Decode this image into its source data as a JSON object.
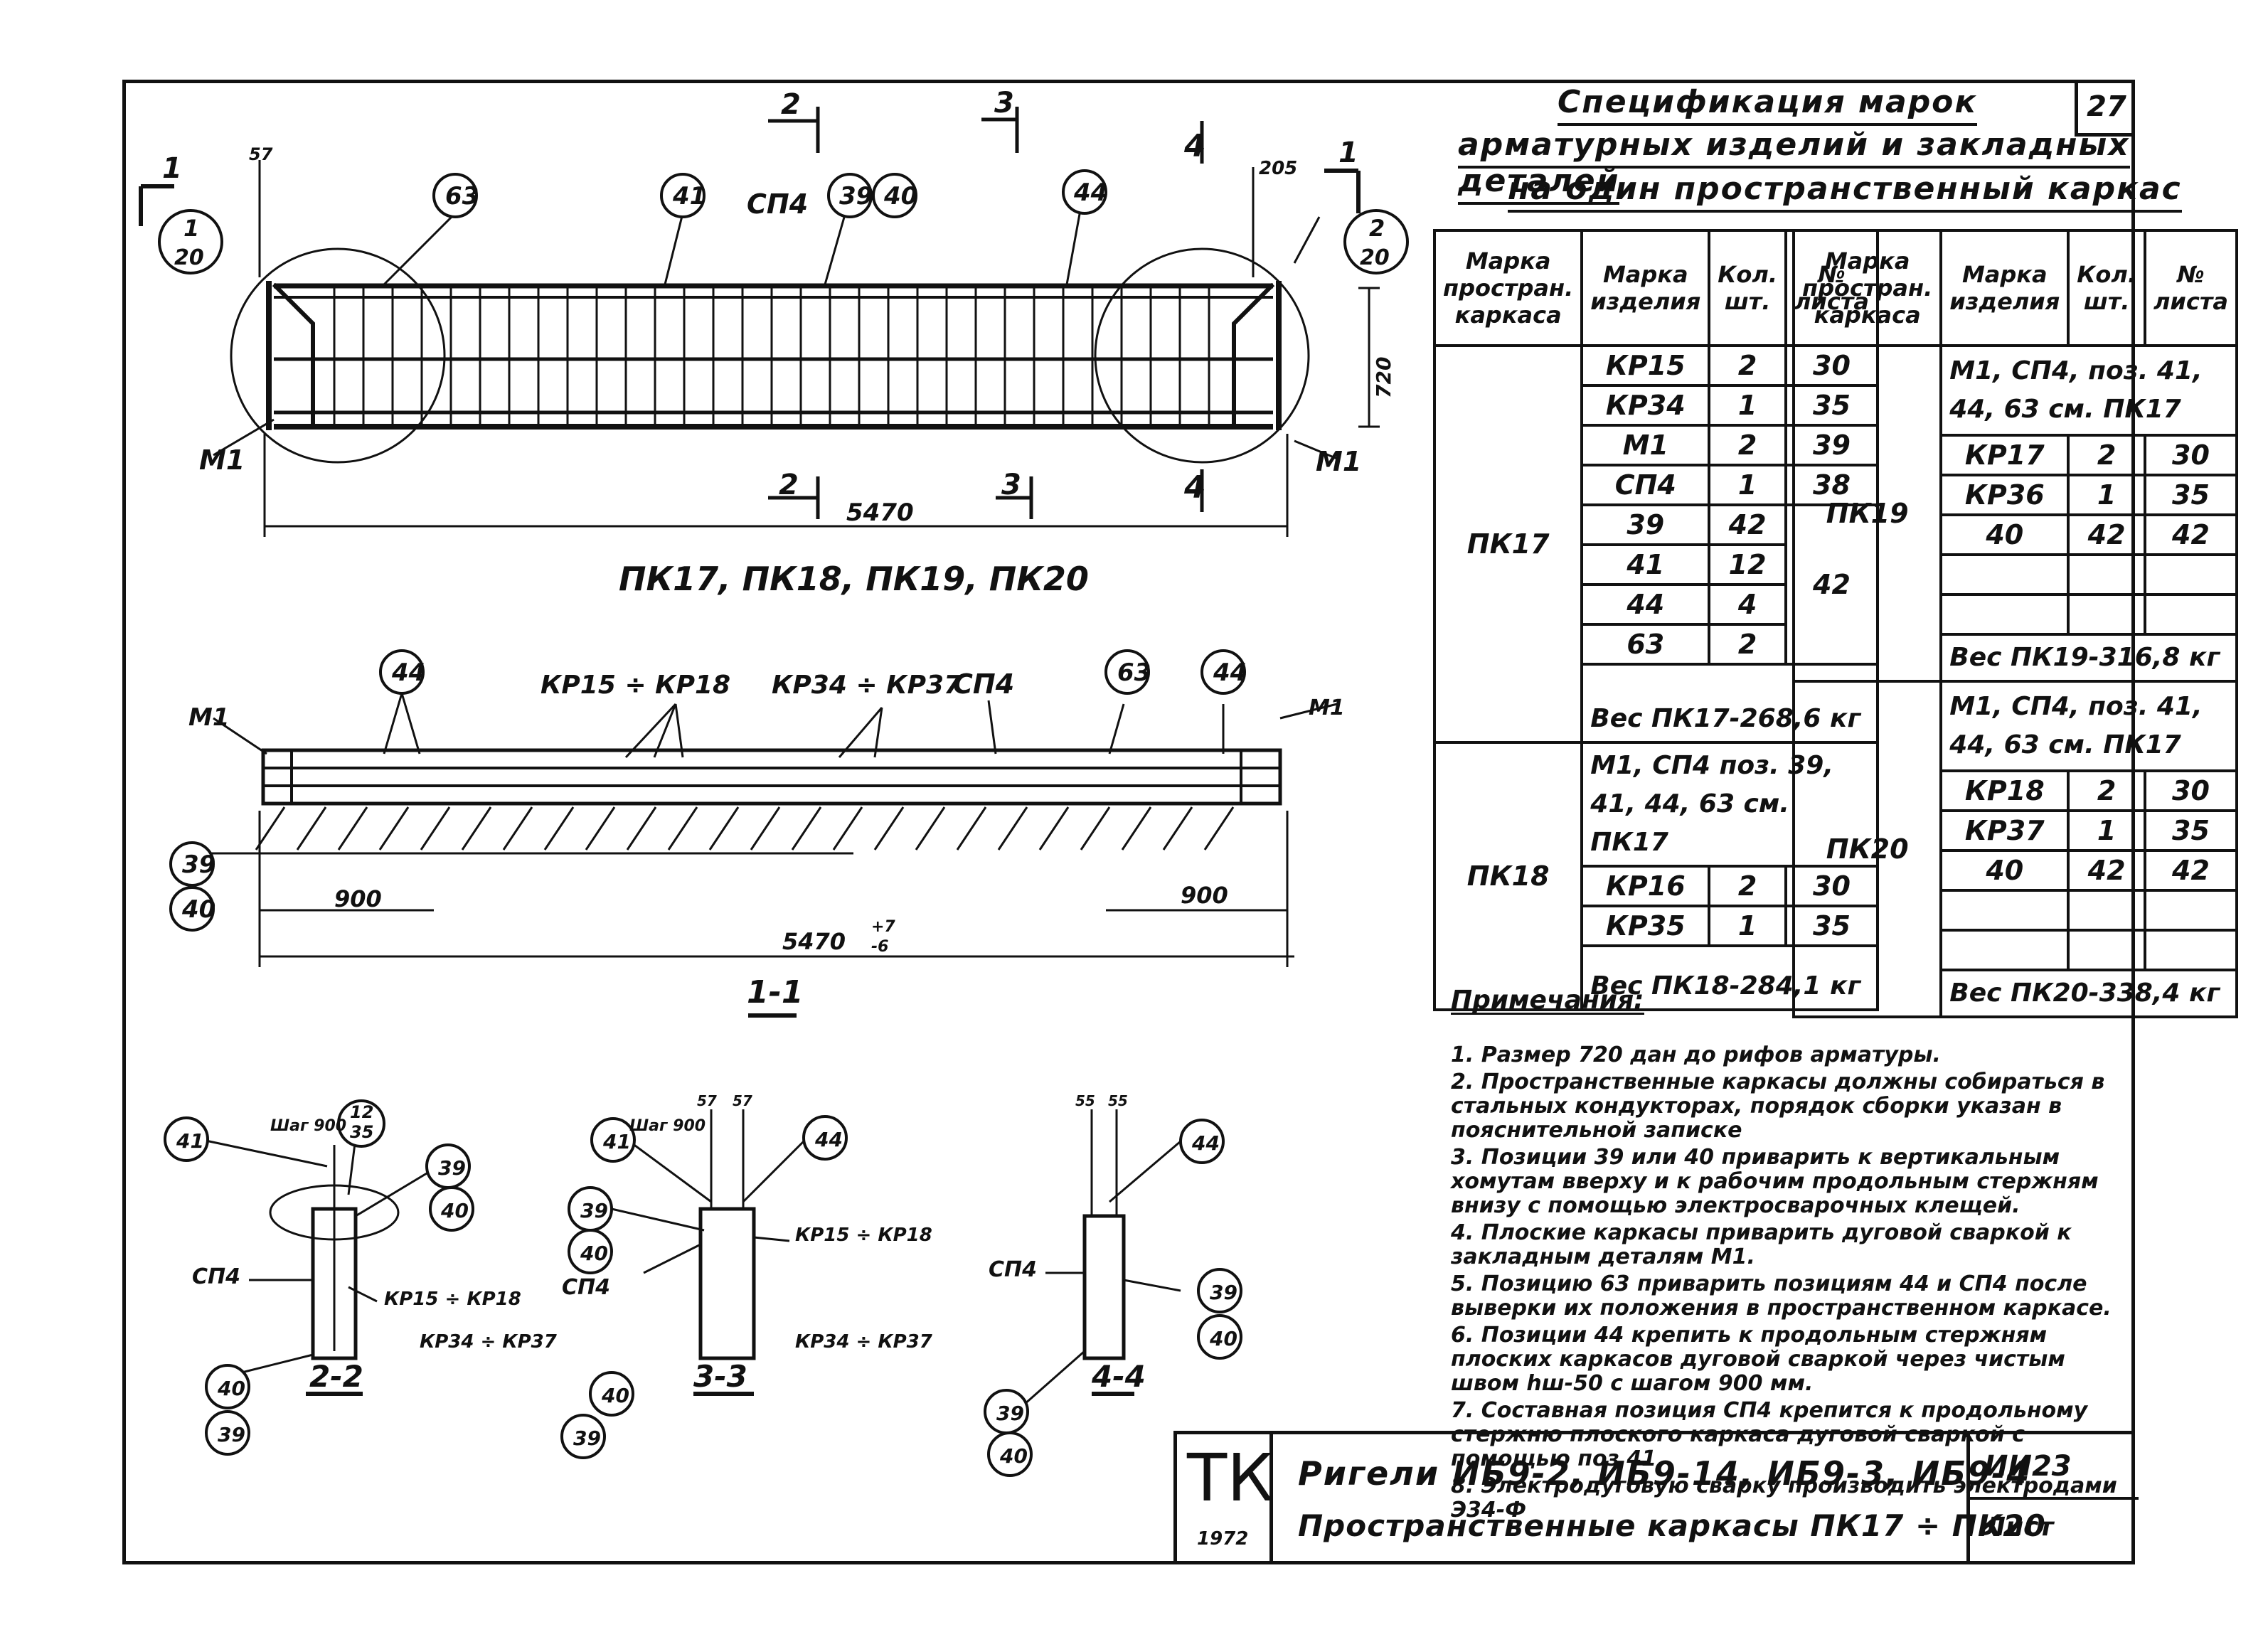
{
  "page_number": "27",
  "spec_title": {
    "line1": "Спецификация марок",
    "line2": "арматурных изделий и закладных деталей",
    "line3": "на один пространственный каркас"
  },
  "table_left": {
    "headers": [
      "Марка простран. каркаса",
      "Марка изделия",
      "Кол. шт.",
      "№ листа"
    ],
    "pk17": {
      "name": "ПК17",
      "rows": [
        {
          "mark": "КР15",
          "qty": "2",
          "sheet": "30"
        },
        {
          "mark": "КР34",
          "qty": "1",
          "sheet": "35"
        },
        {
          "mark": "М1",
          "qty": "2",
          "sheet": "39"
        },
        {
          "mark": "СП4",
          "qty": "1",
          "sheet": "38"
        },
        {
          "mark": "39",
          "qty": "42",
          "sheet": ""
        },
        {
          "mark": "41",
          "qty": "12",
          "sheet": "42"
        },
        {
          "mark": "44",
          "qty": "4",
          "sheet": ""
        },
        {
          "mark": "63",
          "qty": "2",
          "sheet": ""
        }
      ],
      "weight": "Вес ПК17-268,6 кг"
    },
    "pk18": {
      "name": "ПК18",
      "note": "М1, СП4 поз. 39, 41, 44, 63 см. ПК17",
      "rows": [
        {
          "mark": "КР16",
          "qty": "2",
          "sheet": "30"
        },
        {
          "mark": "КР35",
          "qty": "1",
          "sheet": "35"
        }
      ],
      "weight": "Вес ПК18-284,1 кг"
    }
  },
  "table_right": {
    "headers": [
      "Марка простран. каркаса",
      "Марка изделия",
      "Кол. шт.",
      "№ листа"
    ],
    "pk19": {
      "name": "ПК19",
      "note": "М1, СП4, поз. 41, 44, 63 см. ПК17",
      "rows": [
        {
          "mark": "КР17",
          "qty": "2",
          "sheet": "30"
        },
        {
          "mark": "КР36",
          "qty": "1",
          "sheet": "35"
        },
        {
          "mark": "40",
          "qty": "42",
          "sheet": "42"
        }
      ],
      "weight": "Вес ПК19-316,8 кг"
    },
    "pk20": {
      "name": "ПК20",
      "note": "М1, СП4, поз. 41, 44, 63 см. ПК17",
      "rows": [
        {
          "mark": "КР18",
          "qty": "2",
          "sheet": "30"
        },
        {
          "mark": "КР37",
          "qty": "1",
          "sheet": "35"
        },
        {
          "mark": "40",
          "qty": "42",
          "sheet": "42"
        }
      ],
      "weight": "Вес ПК20-338,4 кг"
    }
  },
  "notes": {
    "header": "Примечания:",
    "items": [
      "1. Размер 720 дан до рифов арматуры.",
      "2. Пространственные каркасы должны собираться в стальных кондукторах, порядок сборки указан в пояснительной записке",
      "3. Позиции 39 или 40 приварить к вертикальным хомутам вверху и к рабочим продольным стержням внизу с помощью электросварочных клещей.",
      "4. Плоские каркасы приварить дуговой сваркой к закладным деталям М1.",
      "5. Позицию 63 приварить позициям 44 и СП4 после выверки их положения в пространственном каркасе.",
      "6. Позиции 44 крепить к продольным стержням плоских каркасов дуговой сваркой через чистым швом hш-50 с шагом 900 мм.",
      "7. Составная позиция СП4 крепится к продольному стержню плоского каркаса дуговой сваркой с помощью поз 41",
      "8. Электродуговую сварку производить электродами Э34-Ф"
    ]
  },
  "drawing_main": {
    "title": "ПК17, ПК18, ПК19, ПК20",
    "dimension_length": "5470",
    "dimension_height": "720",
    "dimension_end": "205",
    "labels": {
      "m1_left": "М1",
      "m1_right": "М1",
      "sp4": "СП4",
      "callout_63": "63",
      "callout_41": "41",
      "callout_39": "39",
      "callout_40": "40",
      "callout_44": "44",
      "detail_left_num": "1",
      "detail_left_den": "20",
      "detail_right_num": "2",
      "detail_right_den": "20",
      "sec1": "1",
      "sec2": "2",
      "sec3": "3",
      "sec4": "4",
      "dim_57": "57"
    }
  },
  "drawing_section11": {
    "title": "1-1",
    "m1_left": "М1",
    "m1_right": "М1",
    "kp15": "КР15 ÷ КР18",
    "kp34": "КР34 ÷ КР37",
    "sp4": "СП4",
    "callout_44a": "44",
    "callout_44b": "44",
    "callout_63": "63",
    "callout_39": "39",
    "callout_40": "40",
    "dim_900a": "900",
    "dim_900b": "900",
    "dim_5470": "5470",
    "dim_frac_num": "+7",
    "dim_frac_den": "-6"
  },
  "sections": {
    "s22": {
      "title": "2-2",
      "labels": [
        "41",
        "Шаг 900",
        "12",
        "35",
        "39",
        "40",
        "СП4",
        "КР15 ÷ КР18",
        "КР34 ÷ КР37",
        "40",
        "39"
      ]
    },
    "s33": {
      "title": "3-3",
      "labels": [
        "41",
        "Шаг 900",
        "57",
        "57",
        "44",
        "39",
        "40",
        "СП4",
        "КР15 ÷ КР18",
        "КР34 ÷ КР37",
        "40",
        "39"
      ]
    },
    "s44": {
      "title": "4-4",
      "labels": [
        "55",
        "55",
        "44",
        "СП4",
        "39",
        "40",
        "39",
        "40"
      ]
    }
  },
  "stamp": {
    "org": "ТК",
    "year": "1972",
    "line1": "Ригели ИБ9-2, ИБ9-14, ИБ9-3, ИБ9-4",
    "line2": "Пространственные каркасы ПК17 ÷ ПК20",
    "code": "ИИ23",
    "sheet_label": "Лист"
  }
}
